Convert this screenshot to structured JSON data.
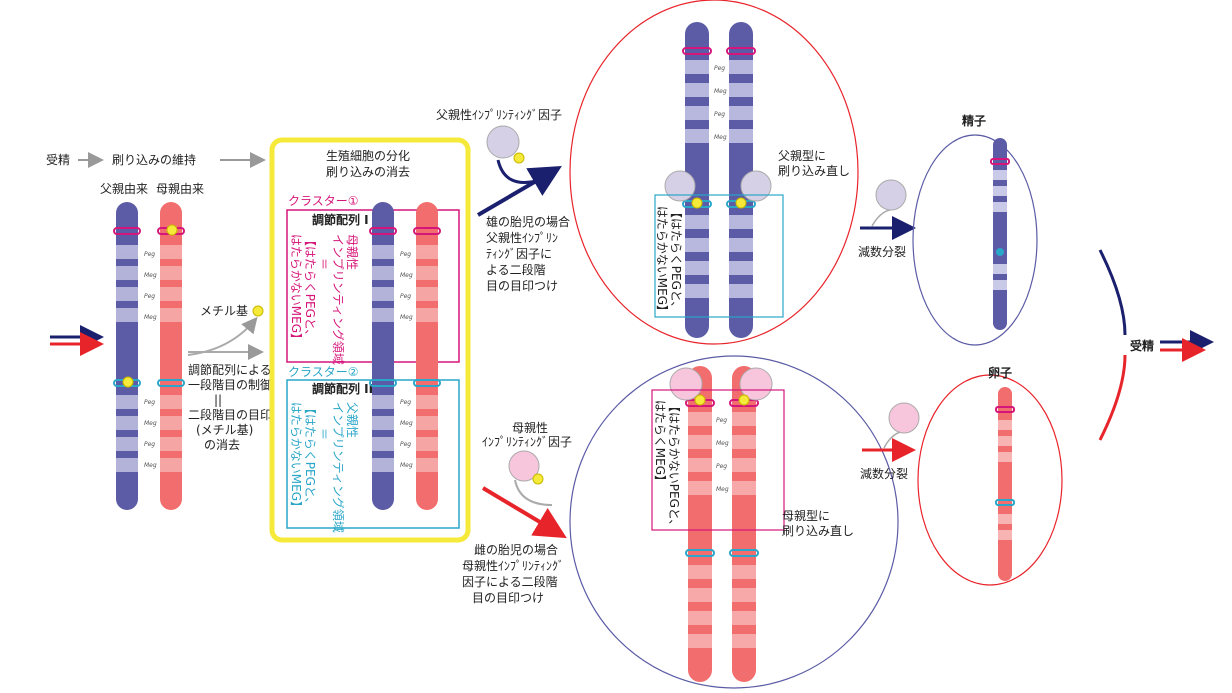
{
  "top_flow": {
    "fertilization": "受精",
    "maintenance": "刷り込みの維持"
  },
  "parent_labels": {
    "paternal": "父親由来",
    "maternal": "母親由来"
  },
  "methyl": "メチル基",
  "control_text": [
    "調節配列による",
    "一段階目の制御",
    "||",
    "二段階目の目印",
    "(メチル基)",
    "の消去"
  ],
  "germ_box": {
    "title_line1": "生殖細胞の分化",
    "title_line2": "刷り込みの消去"
  },
  "cluster1": {
    "label": "クラスター①",
    "reg": "調節配列 I",
    "v1": "母親性",
    "v2": "インプリンティング領域",
    "v3": "＝",
    "v4": "【はたらくPEGと、",
    "v5": "はたらかないMEG】"
  },
  "cluster2": {
    "label": "クラスター②",
    "reg": "調節配列 II",
    "v1": "父親性",
    "v2": "インプリンティング領域",
    "v3": "＝",
    "v4": "【はたらくPEGと、",
    "v5": "はたらかないMEG】"
  },
  "paternal_factor": "父親性ｲﾝﾌﾟﾘﾝﾃｨﾝｸﾞ因子",
  "male_text": [
    "雄の胎児の場合",
    "父親性ｲﾝﾌﾟﾘﾝ",
    "ﾃｨﾝｸﾞ因子に",
    "よる二段階",
    "目の目印つけ"
  ],
  "maternal_factor": [
    "母親性",
    "ｲﾝﾌﾟﾘﾝﾃｨﾝｸﾞ因子"
  ],
  "female_text": [
    "雌の胎児の場合",
    "母親性ｲﾝﾌﾟﾘﾝﾃｨﾝｸﾞ",
    "因子による二段階",
    "目の目印つけ"
  ],
  "paternal_rewrite": [
    "父親型に",
    "刷り込み直し"
  ],
  "maternal_rewrite": [
    "母親型に",
    "刷り込み直し"
  ],
  "upper_vbox": [
    "【はたらくPEGと、",
    "はたらかないMEG】"
  ],
  "lower_vbox": [
    "【はたらかないPEGと、",
    "はたらくMEG】"
  ],
  "sperm": "精子",
  "egg": "卵子",
  "meiosis": "減数分裂",
  "gene_labels": {
    "peg": "Peg",
    "meg": "Meg"
  },
  "colors": {
    "paternal": "#5b5ba6",
    "maternal": "#f26d6d",
    "yellow_box": "#f5e93a",
    "magenta": "#d6157a",
    "cyan": "#2aa6c8",
    "navy_arrow": "#1a1f6e",
    "red_arrow": "#e8242b"
  }
}
